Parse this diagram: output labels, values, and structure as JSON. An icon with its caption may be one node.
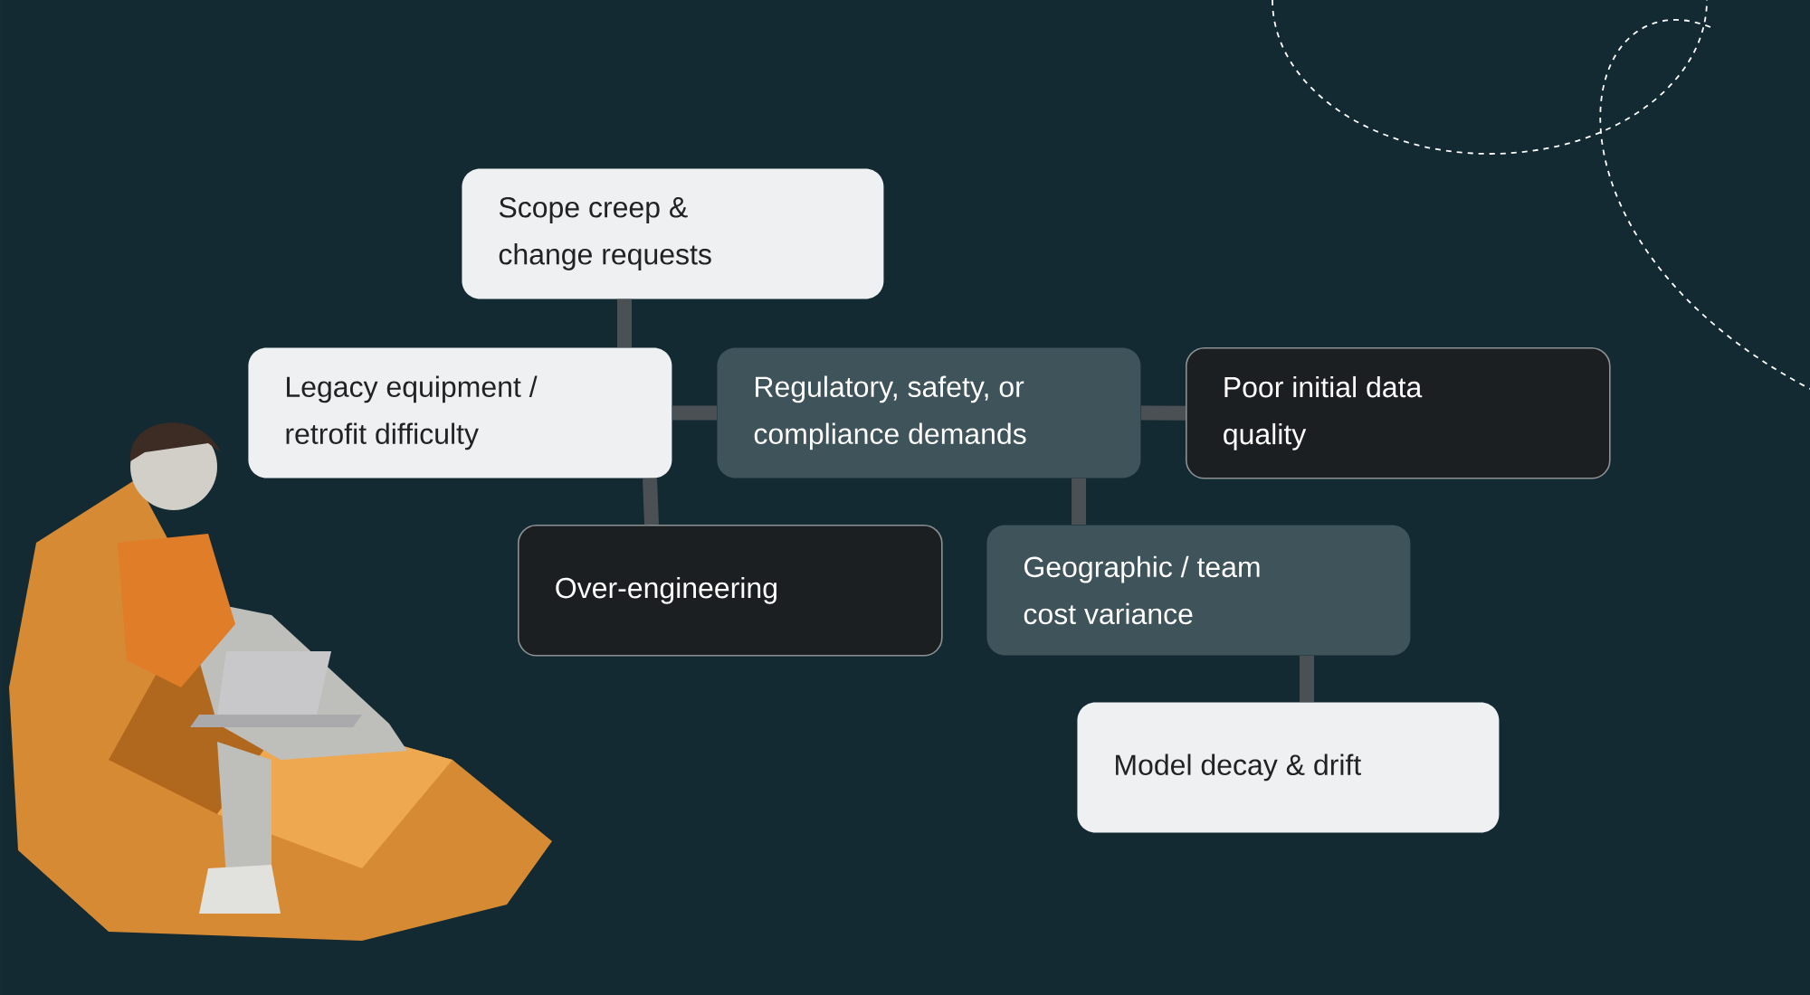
{
  "diagram": {
    "nodes": [
      {
        "text": [
          "Scope creep & change requests"
        ]
      },
      {
        "text": [
          "Legacy equipment / retrofit difficulty"
        ]
      },
      {
        "text": [
          "Regulatory, safety, or compliance demands"
        ]
      },
      {
        "text": [
          "Poor initial data quality"
        ]
      },
      {
        "text": [
          "Over-engineering"
        ]
      },
      {
        "text": [
          "Geographic / team cost variance"
        ]
      },
      {
        "text": [
          "Model decay & drift"
        ]
      }
    ],
    "edges": [
      {
        "from": 0,
        "to": 1,
        "arrow": "none"
      },
      {
        "from": 1,
        "to": 2,
        "arrow": "none"
      },
      {
        "from": 2,
        "to": 3,
        "arrow": "none"
      },
      {
        "from": 1,
        "to": 4,
        "arrow": "none"
      },
      {
        "from": 2,
        "to": 5,
        "arrow": "none"
      },
      {
        "from": 5,
        "to": 6,
        "arrow": "none"
      }
    ]
  }
}
